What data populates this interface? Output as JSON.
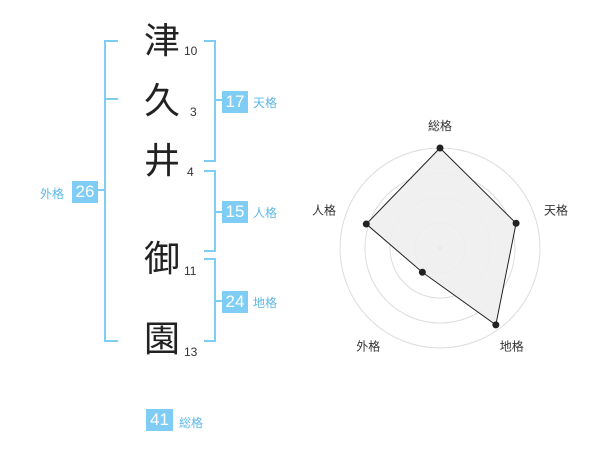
{
  "name": {
    "chars": [
      "津",
      "久",
      "井",
      "御",
      "園"
    ],
    "strokes": [
      "10",
      "3",
      "4",
      "11",
      "13"
    ]
  },
  "grades": {
    "tenkaku": {
      "value": "17",
      "label": "天格"
    },
    "jinkaku": {
      "value": "15",
      "label": "人格"
    },
    "chikaku": {
      "value": "24",
      "label": "地格"
    },
    "gaikaku": {
      "value": "26",
      "label": "外格"
    },
    "soukaku": {
      "value": "41",
      "label": "総格"
    }
  },
  "colors": {
    "accent": "#7fcdf5",
    "accent_text": "#5cb8ea",
    "radar_fill": "#eeeeee"
  },
  "chart_data": {
    "type": "radar",
    "axes": [
      "総格",
      "天格",
      "地格",
      "外格",
      "人格"
    ],
    "max": 4,
    "values": [
      4,
      3.2,
      3.8,
      1.2,
      3.1
    ],
    "grid": true
  }
}
